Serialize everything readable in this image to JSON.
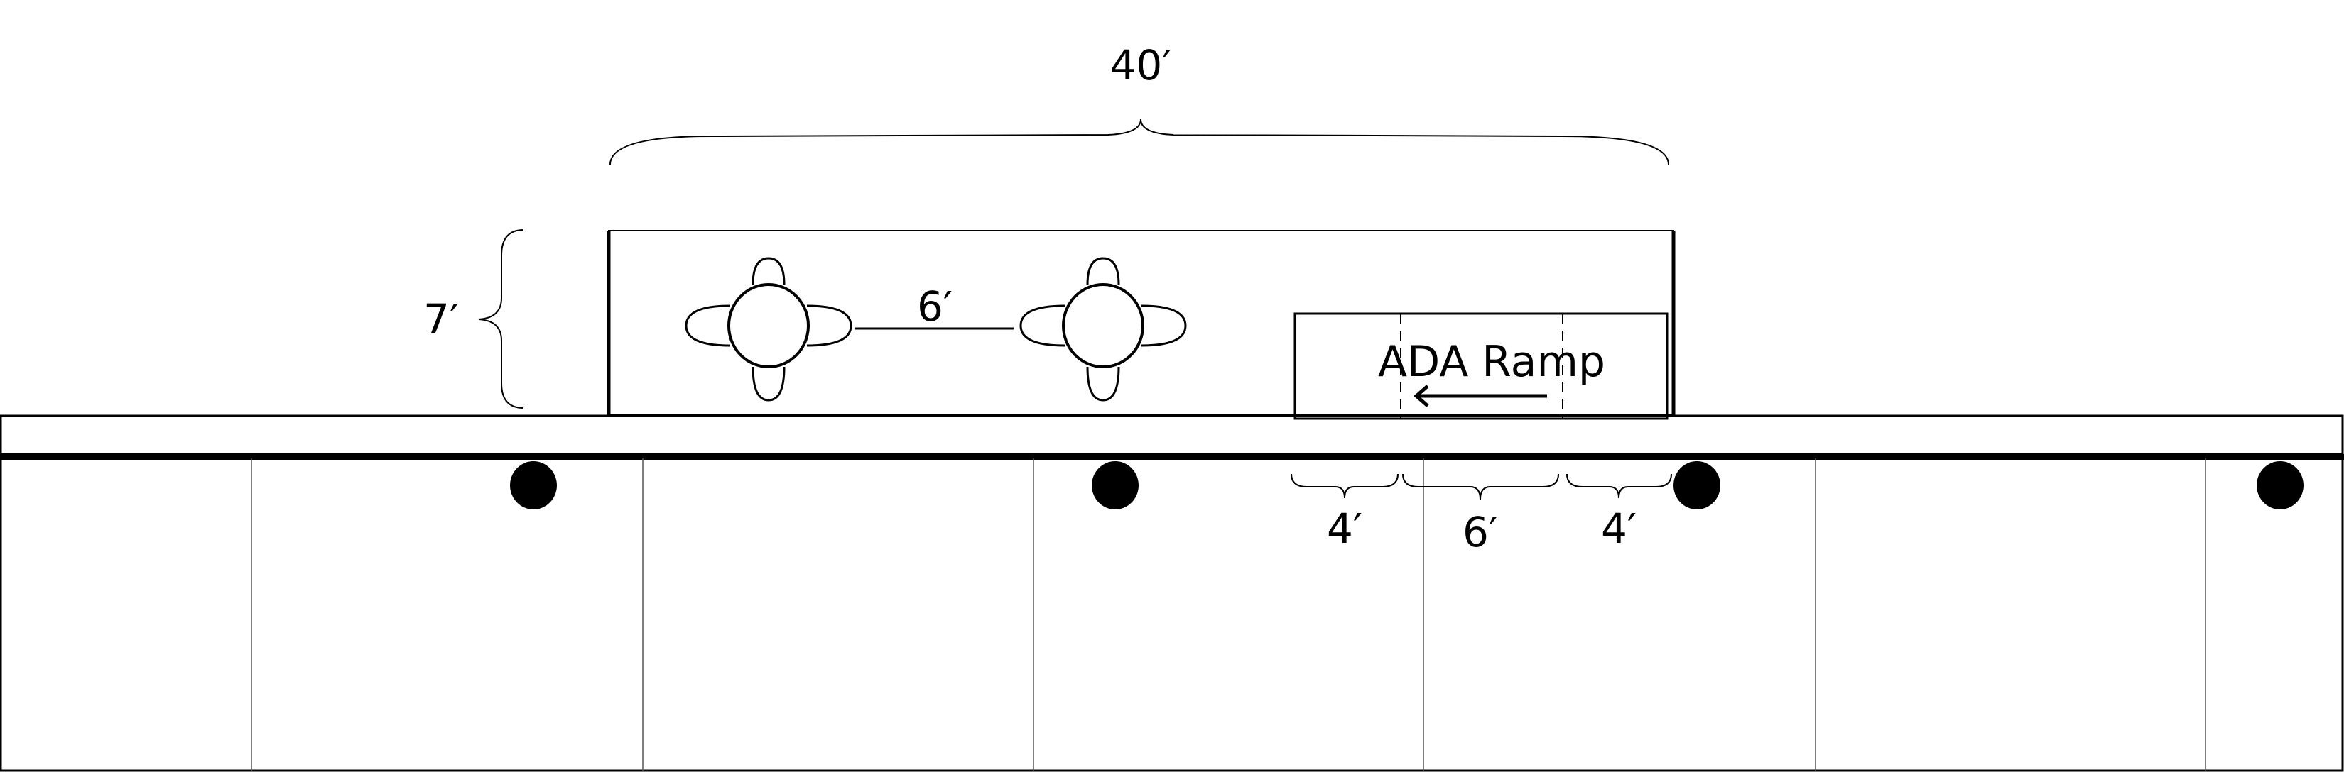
{
  "dimensions": {
    "platform_length": "40′",
    "platform_depth": "7′",
    "table_spacing": "6′",
    "ramp_left_landing": "4′",
    "ramp_run": "6′",
    "ramp_right_landing": "4′"
  },
  "ramp": {
    "label": "ADA Ramp",
    "direction": "left"
  },
  "tables": [
    {
      "seats": 4
    },
    {
      "seats": 4
    }
  ],
  "colors": {
    "ink": "#000000",
    "background": "#ffffff"
  }
}
